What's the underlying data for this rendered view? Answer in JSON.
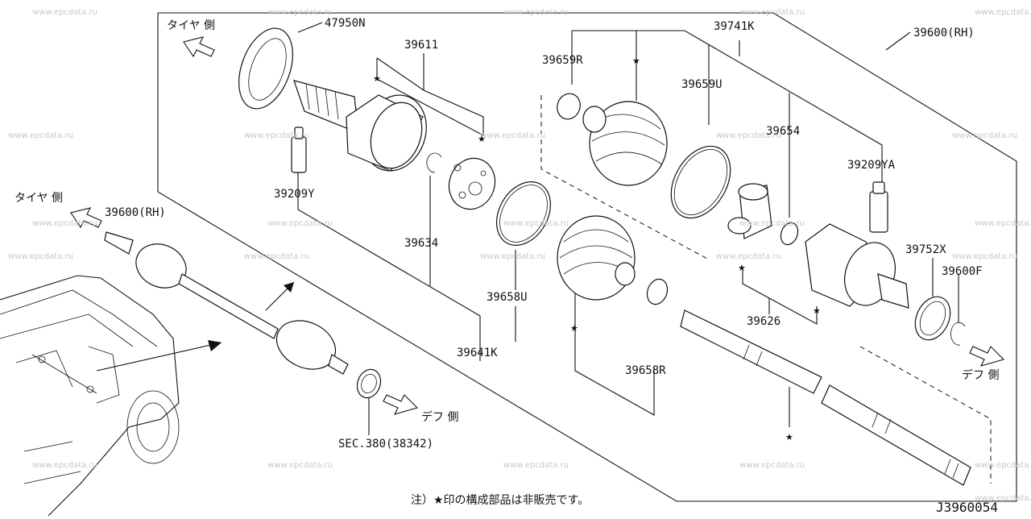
{
  "labels": {
    "p47950N": "47950N",
    "p39611": "39611",
    "p39659R": "39659R",
    "p39741K": "39741K",
    "p39600RH_top": "39600(RH)",
    "p39659U": "39659U",
    "p39654": "39654",
    "p39209YA": "39209YA",
    "p39209Y": "39209Y",
    "p39634": "39634",
    "p39752X": "39752X",
    "p39600F": "39600F",
    "p39658U": "39658U",
    "p39626": "39626",
    "p39641K": "39641K",
    "p39658R": "39658R",
    "p39600RH_left": "39600(RH)",
    "sec380": "SEC.380(38342)"
  },
  "directions": {
    "tire_side_top": "タイヤ 側",
    "tire_side_left": "タイヤ 側",
    "diff_side_right": "デフ 側",
    "diff_side_left": "デフ 側"
  },
  "note": "注）★印の構成部品は非販売です。",
  "diagram_code": "J3960054",
  "star_symbol": "★",
  "watermark": "www.epcdata.ru"
}
